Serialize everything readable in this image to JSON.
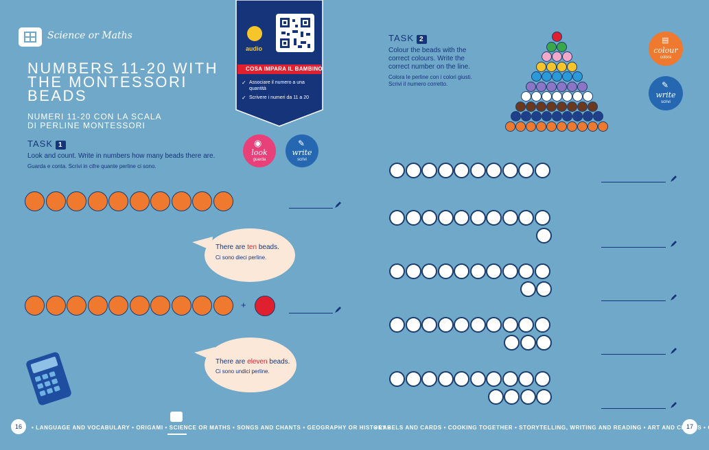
{
  "colors": {
    "bg": "#6fa8c9",
    "navy": "#16347a",
    "orange": "#ef7a2f",
    "red": "#e0202e",
    "pink": "#e8417a",
    "blue_badge": "#2567b0",
    "bubble": "#fbe8d8"
  },
  "header": {
    "section_label": "Science or Maths",
    "section_icon": "calculator-icon"
  },
  "qr_panel": {
    "audio_label": "audio",
    "banner": "COSA IMPARA IL BAMBINO",
    "items": [
      "Associare il numero a una quantità",
      "Scrivere i numeri da 11 a 20"
    ]
  },
  "title": {
    "line1": "NUMBERS 11-20 WITH",
    "line2": "THE MONTESSORI",
    "line3": "BEADS",
    "sub1": "NUMERI 11-20 CON LA SCALA",
    "sub2": "DI PERLINE MONTESSORI"
  },
  "task1": {
    "label": "TASK",
    "num": "1",
    "en": "Look and count. Write in numbers how many beads there are.",
    "it": "Guarda e conta. Scrivi in cifre quante perline ci sono."
  },
  "badges": {
    "look": "look",
    "look_it": "guarda",
    "write": "write",
    "write_it": "scrivi",
    "colour": "colour",
    "colour_it": "colora",
    "write2": "write",
    "write2_it": "scrivi"
  },
  "bubble1": {
    "pre": "There are ",
    "em": "ten",
    "post": " beads.",
    "it": "Ci sono dieci perline."
  },
  "bubble2": {
    "pre": "There are ",
    "em": "eleven",
    "post": " beads.",
    "it": "Ci sono undici perline."
  },
  "plus": "+",
  "task2": {
    "label": "TASK",
    "num": "2",
    "en1": "Colour the beads with the",
    "en2": "correct colours. Write the",
    "en3": "correct number on the line.",
    "it1": "Colora le perline con i colori giusti.",
    "it2": "Scrivi il numero corretto."
  },
  "exercises": [
    {
      "tens": 10,
      "units": 0
    },
    {
      "tens": 10,
      "units": 1
    },
    {
      "tens": 10,
      "units": 2
    },
    {
      "tens": 10,
      "units": 3
    },
    {
      "tens": 10,
      "units": 4
    }
  ],
  "pyramid_colors": [
    "#e0202e",
    "#3aa84a",
    "#f2a8c8",
    "#f5c52a",
    "#2a9ad8",
    "#8a76c4",
    "#ffffff",
    "#6b3a1e",
    "#1f3f8a",
    "#ef7a2f"
  ],
  "footer": {
    "page_left": "16",
    "page_right": "17",
    "left_text": "• LANGUAGE AND VOCABULARY • ORIGAMI • SCIENCE OR MATHS • SONGS AND CHANTS • GEOGRAPHY OR HISTORY •",
    "right_text": "• LABELS AND CARDS • COOKING TOGETHER • STORYTELLING, WRITING AND READING • ART AND CRAFTS • GAMES •"
  }
}
